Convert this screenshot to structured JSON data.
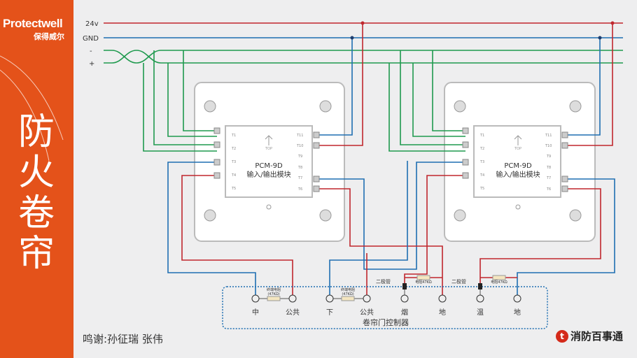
{
  "brand": {
    "name": "Protectwell",
    "name_cn": "保得威尔"
  },
  "side_title": "防火卷帘",
  "bus": {
    "v24": "24v",
    "gnd": "GND",
    "minus": "-",
    "plus": "+"
  },
  "colors": {
    "accent": "#e4521a",
    "red": "#c0272d",
    "blue": "#1f6fb2",
    "green": "#1f9a4e"
  },
  "modules": [
    {
      "model": "PCM-9D",
      "desc": "输入/输出模块",
      "top": "TOP",
      "left_terms": [
        "T1",
        "T2",
        "T3",
        "T4",
        "T5"
      ],
      "right_terms": [
        "T11",
        "T10",
        "T9",
        "T8",
        "T7",
        "T6"
      ]
    },
    {
      "model": "PCM-9D",
      "desc": "输入/输出模块",
      "top": "TOP",
      "left_terms": [
        "T1",
        "T2",
        "T3",
        "T4",
        "T5"
      ],
      "right_terms": [
        "T11",
        "T10",
        "T9",
        "T8",
        "T7",
        "T6"
      ]
    }
  ],
  "controller": {
    "title": "卷帘门控制器",
    "terminals": [
      "中",
      "公共",
      "下",
      "公共",
      "烟",
      "地",
      "温",
      "地"
    ],
    "eol_resistor": "终端电阻",
    "eol_value": "(47KΩ)",
    "diode": "二极管",
    "resistor": "电阻47KΩ"
  },
  "credit": "鸣谢:孙征瑞  张伟",
  "logo": {
    "text": "消防百事通"
  }
}
